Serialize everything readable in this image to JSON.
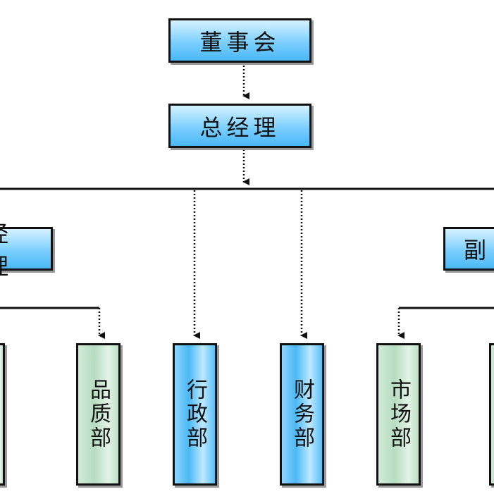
{
  "nodes": {
    "board": "董事会",
    "gm": "总经理",
    "deputy_left": "经理",
    "deputy_right": "副",
    "dept_quality": "品质部",
    "dept_admin": "行政部",
    "dept_finance": "财务部",
    "dept_market": "市场部"
  },
  "colors": {
    "blue": "#4ab8f5",
    "green": "#b6dcc0",
    "line": "#111111"
  }
}
